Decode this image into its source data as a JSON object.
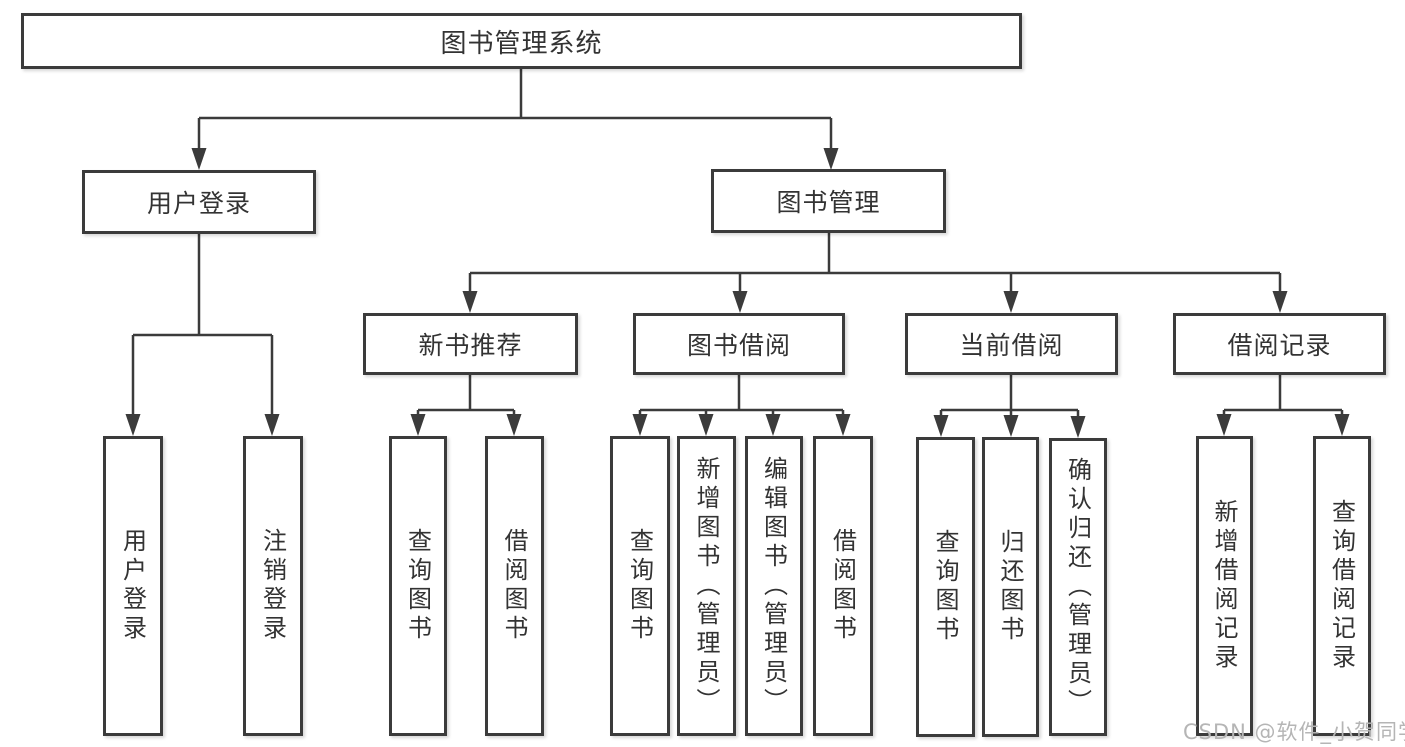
{
  "diagram": {
    "type": "tree",
    "root": {
      "id": "root",
      "label": "图书管理系统"
    },
    "level2": [
      {
        "id": "user-login",
        "label": "用户登录",
        "parent": "root"
      },
      {
        "id": "book-management",
        "label": "图书管理",
        "parent": "root"
      }
    ],
    "level3": [
      {
        "id": "new-book-recommend",
        "label": "新书推荐",
        "parent": "book-management"
      },
      {
        "id": "book-borrowing",
        "label": "图书借阅",
        "parent": "book-management"
      },
      {
        "id": "current-borrowing",
        "label": "当前借阅",
        "parent": "book-management"
      },
      {
        "id": "borrowing-records",
        "label": "借阅记录",
        "parent": "book-management"
      }
    ],
    "leaves": [
      {
        "id": "leaf-user-login",
        "label": "用户登录",
        "parent": "user-login"
      },
      {
        "id": "leaf-logout",
        "label": "注销登录",
        "parent": "user-login"
      },
      {
        "id": "leaf-query-books-1",
        "label": "查询图书",
        "parent": "new-book-recommend"
      },
      {
        "id": "leaf-borrow-books-1",
        "label": "借阅图书",
        "parent": "new-book-recommend"
      },
      {
        "id": "leaf-query-books-2",
        "label": "查询图书",
        "parent": "book-borrowing"
      },
      {
        "id": "leaf-add-book-admin",
        "label": "新增图书（管理员）",
        "parent": "book-borrowing"
      },
      {
        "id": "leaf-edit-book-admin",
        "label": "编辑图书（管理员）",
        "parent": "book-borrowing"
      },
      {
        "id": "leaf-borrow-books-2",
        "label": "借阅图书",
        "parent": "book-borrowing"
      },
      {
        "id": "leaf-query-books-3",
        "label": "查询图书",
        "parent": "current-borrowing"
      },
      {
        "id": "leaf-return-book",
        "label": "归还图书",
        "parent": "current-borrowing"
      },
      {
        "id": "leaf-confirm-return-admin",
        "label": "确认归还（管理员）",
        "parent": "current-borrowing"
      },
      {
        "id": "leaf-add-borrow-record",
        "label": "新增借阅记录",
        "parent": "borrowing-records"
      },
      {
        "id": "leaf-query-borrow-record",
        "label": "查询借阅记录",
        "parent": "borrowing-records"
      }
    ],
    "edges": [
      [
        "root",
        "user-login"
      ],
      [
        "root",
        "book-management"
      ],
      [
        "user-login",
        "leaf-user-login"
      ],
      [
        "user-login",
        "leaf-logout"
      ],
      [
        "book-management",
        "new-book-recommend"
      ],
      [
        "book-management",
        "book-borrowing"
      ],
      [
        "book-management",
        "current-borrowing"
      ],
      [
        "book-management",
        "borrowing-records"
      ],
      [
        "new-book-recommend",
        "leaf-query-books-1"
      ],
      [
        "new-book-recommend",
        "leaf-borrow-books-1"
      ],
      [
        "book-borrowing",
        "leaf-query-books-2"
      ],
      [
        "book-borrowing",
        "leaf-add-book-admin"
      ],
      [
        "book-borrowing",
        "leaf-edit-book-admin"
      ],
      [
        "book-borrowing",
        "leaf-borrow-books-2"
      ],
      [
        "current-borrowing",
        "leaf-query-books-3"
      ],
      [
        "current-borrowing",
        "leaf-return-book"
      ],
      [
        "current-borrowing",
        "leaf-confirm-return-admin"
      ],
      [
        "borrowing-records",
        "leaf-add-borrow-record"
      ],
      [
        "borrowing-records",
        "leaf-query-borrow-record"
      ]
    ],
    "colors": {
      "line": "#3b3b3b",
      "box_border": "#3b3b3b",
      "text": "#333333",
      "background": "#ffffff",
      "watermark": "#b5b5b5"
    }
  },
  "watermark": {
    "text": "CSDN @软件_小贺同学"
  }
}
